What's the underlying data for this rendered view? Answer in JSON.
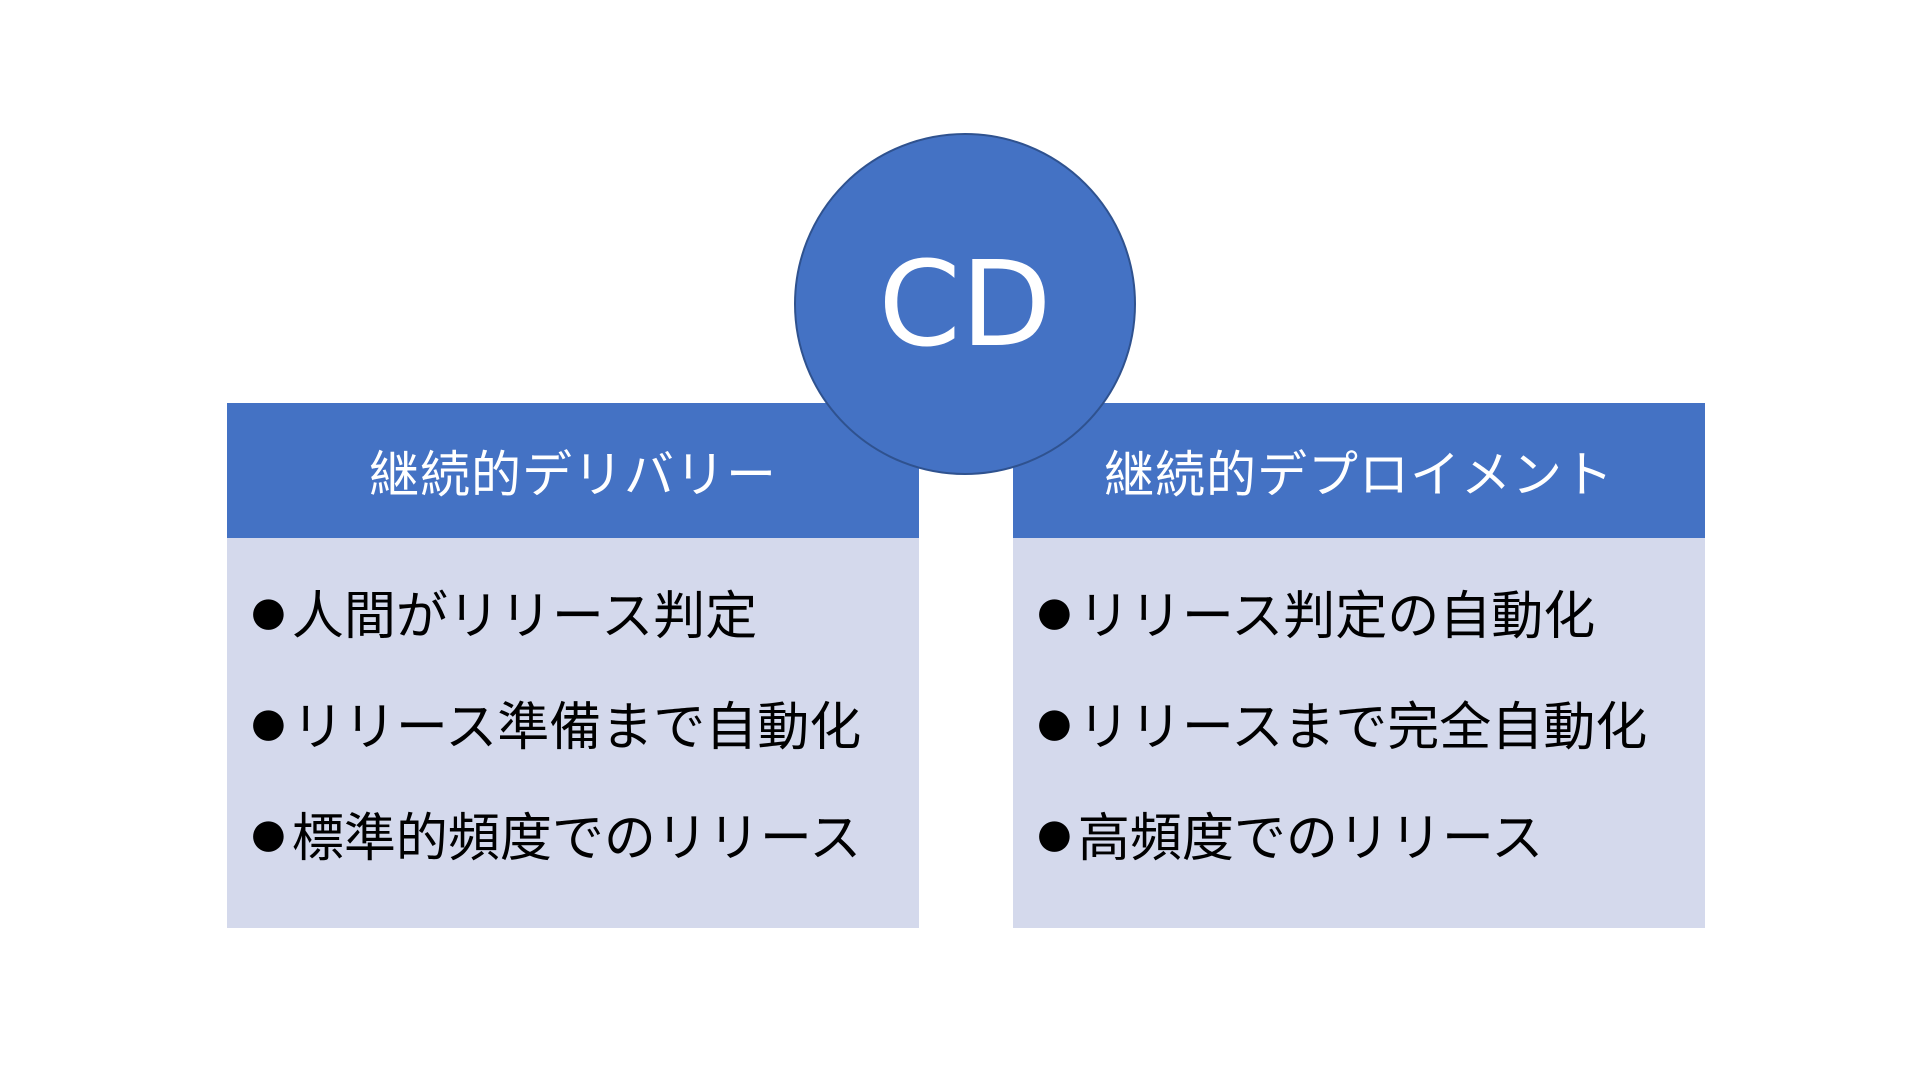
{
  "center": {
    "label": "CD"
  },
  "cards": [
    {
      "title": "継続的デリバリー",
      "items": [
        "人間がリリース判定",
        "リリース準備まで自動化",
        "標準的頻度でのリリース"
      ]
    },
    {
      "title": "継続的デプロイメント",
      "items": [
        "リリース判定の自動化",
        "リリースまで完全自動化",
        "高頻度でのリリース"
      ]
    }
  ],
  "colors": {
    "header": "#4472c4",
    "body": "#d4d9ec",
    "circle": "#4472c4",
    "circle_border": "#2f528f"
  }
}
